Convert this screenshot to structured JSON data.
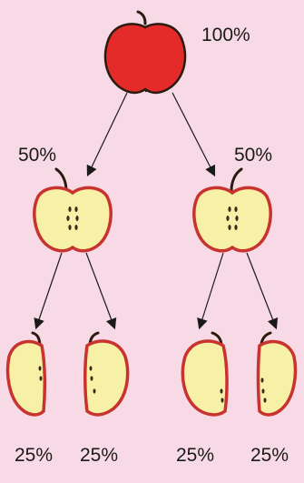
{
  "root": {
    "label": "100%",
    "color": "#e52a2a"
  },
  "halves": [
    {
      "label": "50%"
    },
    {
      "label": "50%"
    }
  ],
  "quarters": [
    {
      "label": "25%"
    },
    {
      "label": "25%"
    },
    {
      "label": "25%"
    },
    {
      "label": "25%"
    }
  ],
  "colors": {
    "background": "#f8dae6",
    "flesh": "#f6f1a6",
    "skin": "#c8332f",
    "outline": "#2a1b10",
    "seed": "#3b2a1a"
  }
}
